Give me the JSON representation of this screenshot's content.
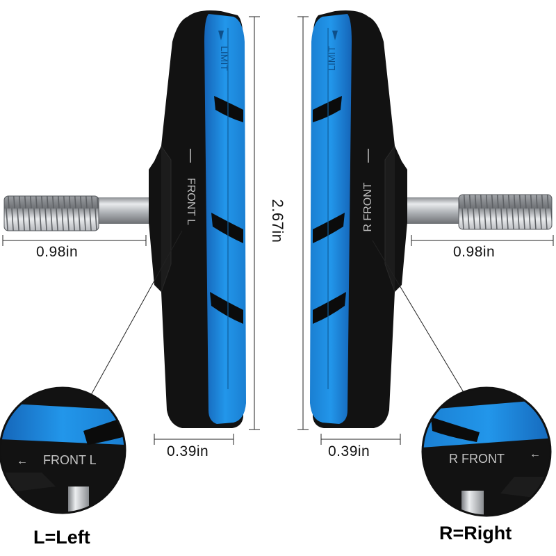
{
  "brake_pads": {
    "left": {
      "limit_mark": "LIMIT",
      "front_mark": "FRONT L"
    },
    "right": {
      "limit_mark": "LIMIT",
      "front_mark": "R FRONT"
    }
  },
  "dimensions": {
    "post_left": "0.98in",
    "post_right": "0.98in",
    "height": "2.67in",
    "width_left": "0.39in",
    "width_right": "0.39in"
  },
  "callouts": {
    "left": {
      "label": "L=Left",
      "zoom_text": "FRONT L"
    },
    "right": {
      "label": "R=Right",
      "zoom_text": "R FRONT"
    }
  },
  "colors": {
    "rubber": "#121212",
    "compound": "#1f8ee0",
    "compound_edge": "#0f5f9e",
    "steel": "#b9bcc0"
  }
}
